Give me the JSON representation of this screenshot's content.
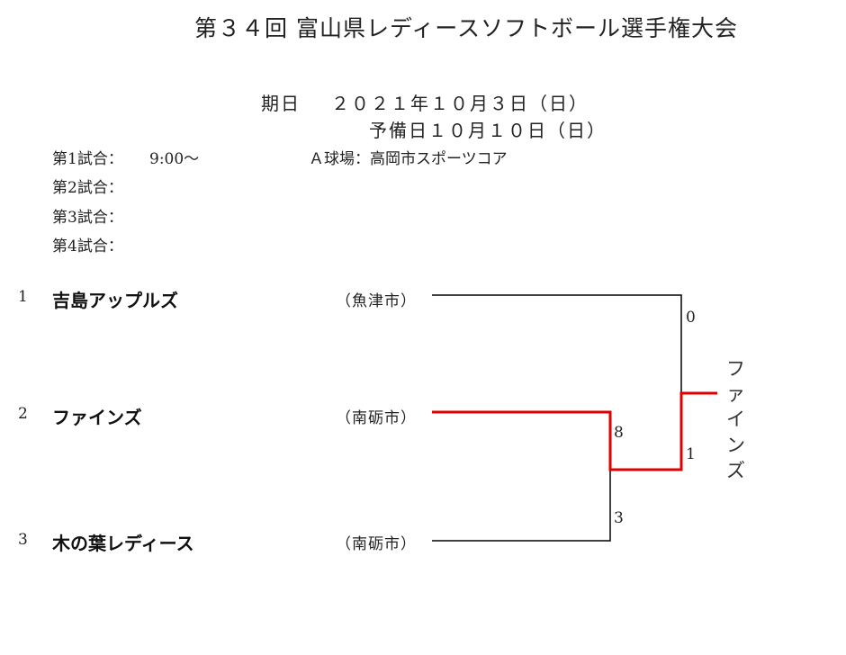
{
  "title": "第３４回 富山県レディースソフトボール選手権大会",
  "date_label": "期日",
  "date_value": "２０２１年１０月３日（日）",
  "reserve_value": "予備日１０月１０日（日）",
  "schedule": [
    {
      "label": "第1試合：",
      "time": "9:00〜"
    },
    {
      "label": "第2試合：",
      "time": ""
    },
    {
      "label": "第3試合：",
      "time": ""
    },
    {
      "label": "第4試合："
    }
  ],
  "venue": "Ａ球場：高岡市スポーツコア",
  "teams": [
    {
      "seed": "1",
      "name": "吉島アップルズ",
      "city": "（魚津市）"
    },
    {
      "seed": "2",
      "name": "ファインズ",
      "city": "（南砺市）"
    },
    {
      "seed": "3",
      "name": "木の葉レディース",
      "city": "（南砺市）"
    }
  ],
  "matches": [
    {
      "id": "semifinal",
      "top_score": "8",
      "bottom_score": "3"
    },
    {
      "id": "final",
      "top_score": "0",
      "bottom_score": "1"
    }
  ],
  "winner": {
    "name_chars": [
      "フ",
      "ァ",
      "イ",
      "ン",
      "ズ"
    ]
  },
  "colors": {
    "winner_line": "#e00000",
    "line": "#000000"
  }
}
